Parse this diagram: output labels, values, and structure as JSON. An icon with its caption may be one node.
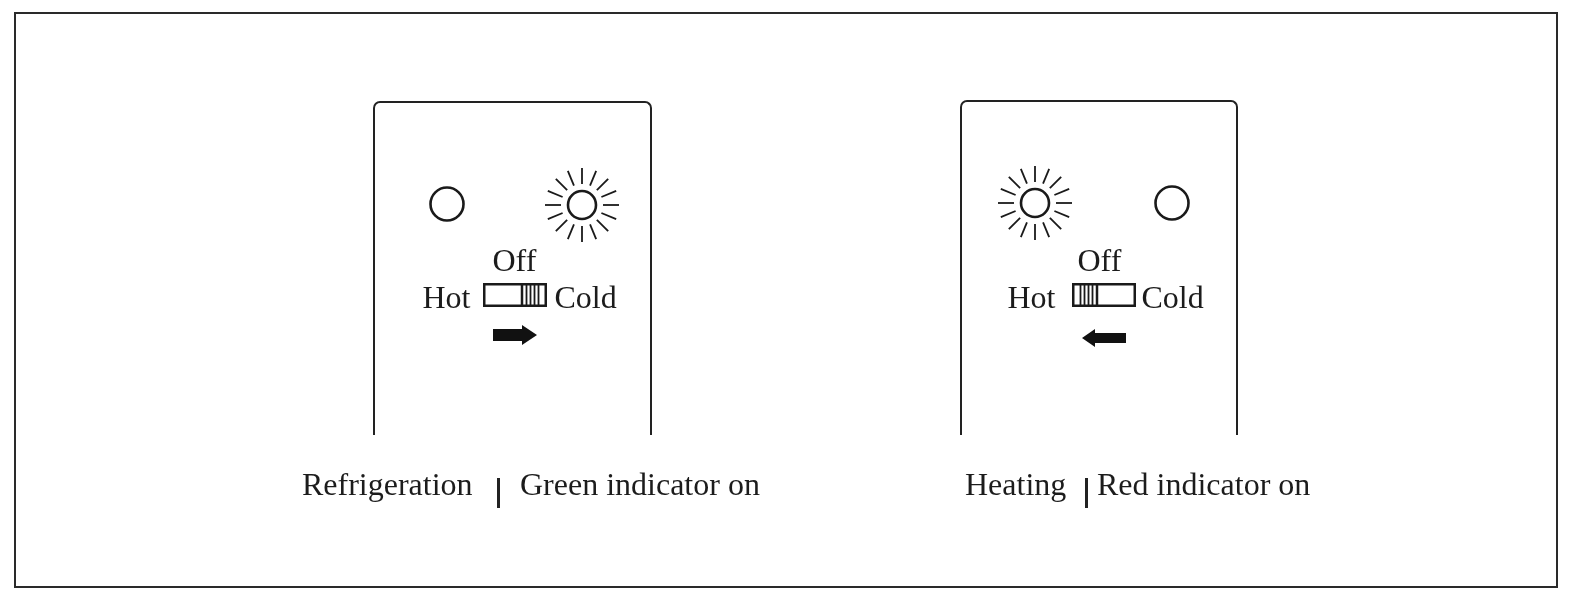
{
  "diagram": {
    "nodes": [
      {
        "text": [
          "Off",
          "Hot",
          "Cold"
        ],
        "beside": [
          "Refrigeration",
          "Green indicator on"
        ]
      },
      {
        "text": [
          "Off",
          "Hot",
          "Cold"
        ],
        "beside": [
          "Heating",
          "Red indicator on"
        ]
      }
    ]
  }
}
